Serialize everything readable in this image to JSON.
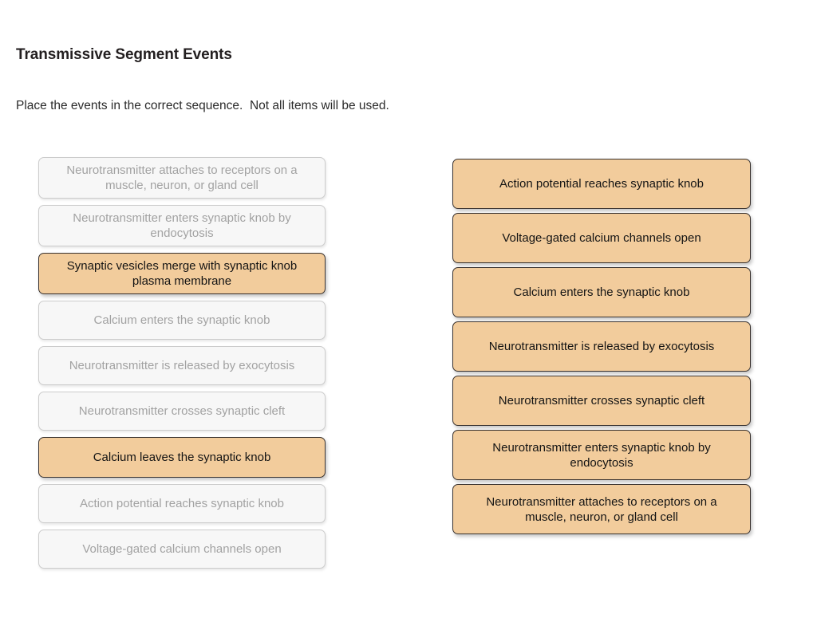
{
  "header": {
    "title": "Transmissive Segment Events",
    "instruction": "Place the events in the correct sequence.  Not all items will be used."
  },
  "colors": {
    "active_fill": "#f2cc9c",
    "active_border": "#3a3330",
    "active_text": "#141414",
    "disabled_fill": "#f7f7f7",
    "disabled_border": "#cccccc",
    "disabled_text": "#a2a2a2",
    "page_background": "#ffffff",
    "title_text": "#231f20"
  },
  "bank": {
    "items": [
      {
        "label": "Neurotransmitter attaches to receptors on a muscle, neuron, or gland cell",
        "state": "disabled"
      },
      {
        "label": "Neurotransmitter enters synaptic knob by endocytosis",
        "state": "disabled"
      },
      {
        "label": "Synaptic vesicles merge with synaptic knob plasma membrane",
        "state": "active"
      },
      {
        "label": "Calcium enters the synaptic knob",
        "state": "disabled"
      },
      {
        "label": "Neurotransmitter is released by exocytosis",
        "state": "disabled"
      },
      {
        "label": "Neurotransmitter crosses synaptic cleft",
        "state": "disabled"
      },
      {
        "label": "Calcium leaves the synaptic knob",
        "state": "active"
      },
      {
        "label": "Action potential reaches synaptic knob",
        "state": "disabled"
      },
      {
        "label": "Voltage-gated calcium channels open",
        "state": "disabled"
      }
    ]
  },
  "answer": {
    "items": [
      {
        "label": "Action potential reaches synaptic knob",
        "state": "active"
      },
      {
        "label": "Voltage-gated calcium channels open",
        "state": "active"
      },
      {
        "label": "Calcium enters the synaptic knob",
        "state": "active"
      },
      {
        "label": "Neurotransmitter is released by exocytosis",
        "state": "active"
      },
      {
        "label": "Neurotransmitter crosses synaptic cleft",
        "state": "active"
      },
      {
        "label": "Neurotransmitter enters synaptic knob by endocytosis",
        "state": "active"
      },
      {
        "label": "Neurotransmitter attaches to receptors on a muscle, neuron, or gland cell",
        "state": "active"
      }
    ]
  }
}
